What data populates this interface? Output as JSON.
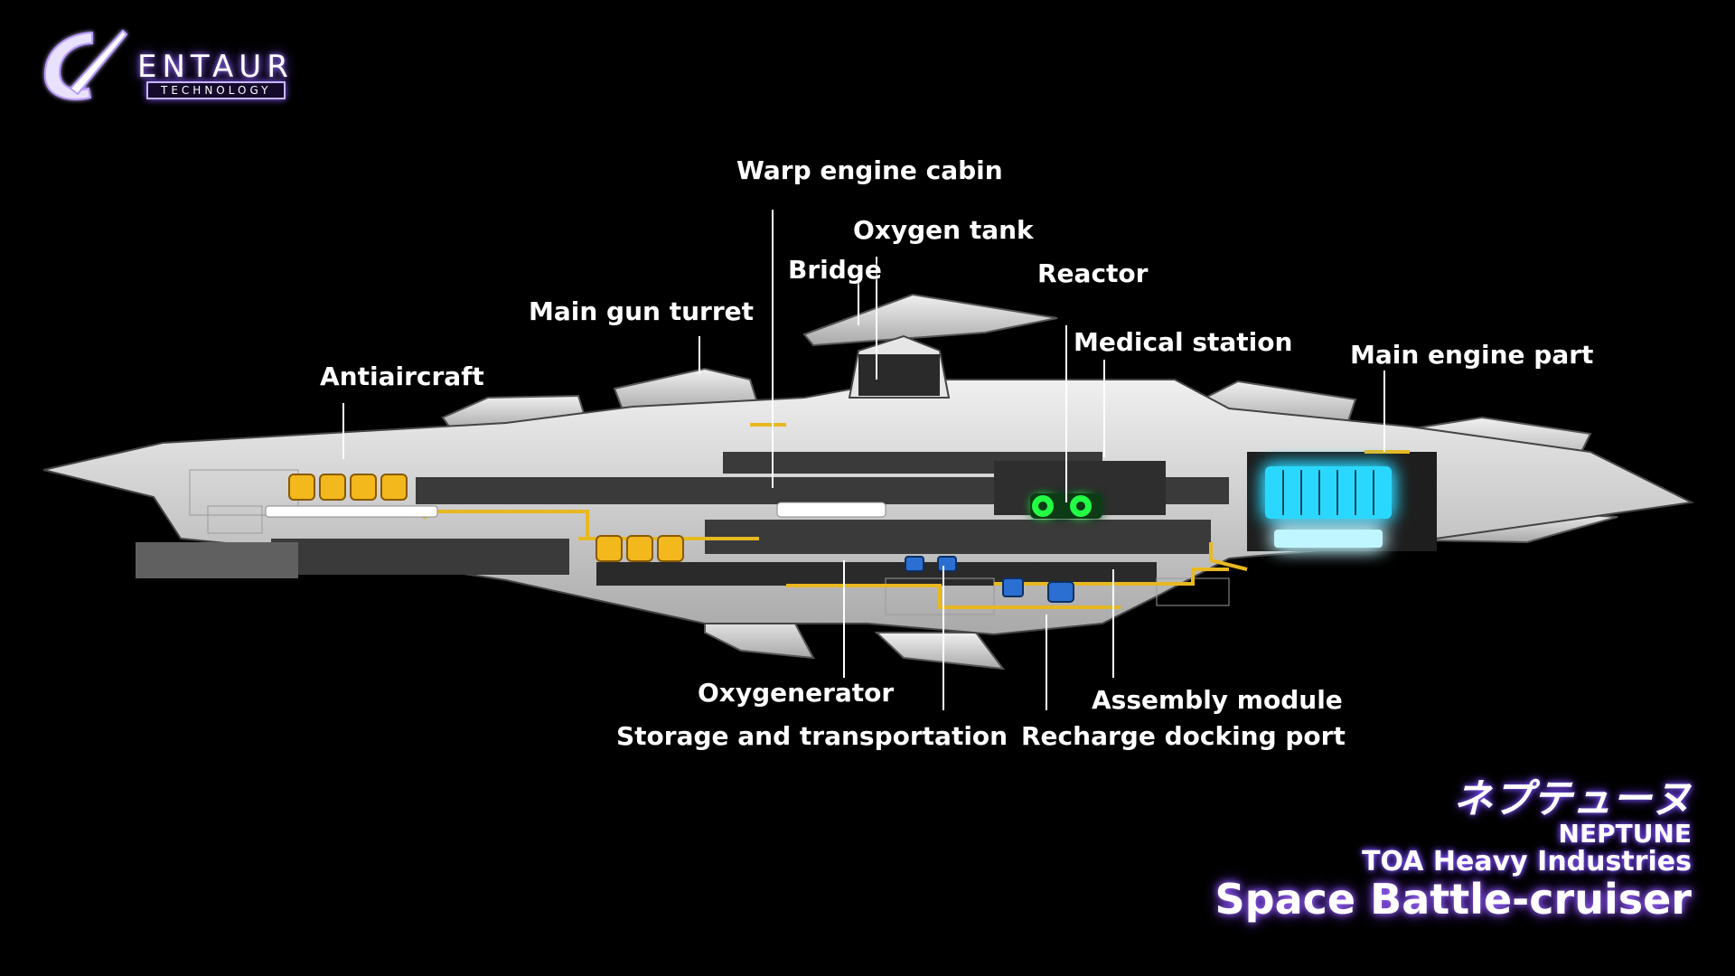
{
  "logo": {
    "word": "ENTAUR",
    "sub": "TECHNOLOGY"
  },
  "labels": {
    "warp_engine_cabin": "Warp engine cabin",
    "oxygen_tank": "Oxygen tank",
    "bridge": "Bridge",
    "reactor": "Reactor",
    "main_gun_turret": "Main gun turret",
    "medical_station": "Medical station",
    "main_engine_part": "Main engine part",
    "antiaircraft": "Antiaircraft",
    "oxygenerator": "Oxygenerator",
    "storage_and_transportation": "Storage and transportation",
    "assembly_module": "Assembly module",
    "recharge_docking_port": "Recharge docking port"
  },
  "title": {
    "japanese": "ネプテューヌ",
    "name": "NEPTUNE",
    "maker": "TOA Heavy Industries",
    "class": "Space Battle-cruiser"
  },
  "colors": {
    "background": "#000000",
    "hull_light": "#d8d8d8",
    "hull_dark": "#3a3a3a",
    "pipe_yellow": "#e8b820",
    "reactor_green": "#22ff44",
    "engine_cyan": "#3fe8ff",
    "glow_purple": "#8a5cff"
  }
}
